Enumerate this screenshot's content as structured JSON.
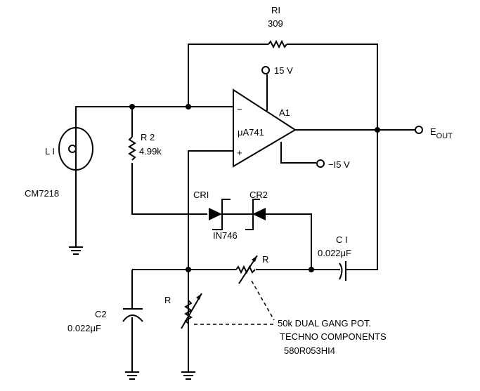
{
  "components": {
    "r1": {
      "ref": "RI",
      "value": "309"
    },
    "r2": {
      "ref": "R 2",
      "value": "4.99k"
    },
    "opamp": {
      "ref": "A1",
      "part": "μA741",
      "minus": "−",
      "plus": "+"
    },
    "vpos": "15 V",
    "vneg": "−I5 V",
    "output": {
      "label": "E",
      "subscript": "OUT"
    },
    "lamp": {
      "ref": "L I",
      "part": "CM7218"
    },
    "cr1": "CRI",
    "cr2": "CR2",
    "diode_part": "IN746",
    "c1": {
      "ref": "C I",
      "value": "0.022μF"
    },
    "c2": {
      "ref": "C2",
      "value": "0.022μF"
    },
    "pot_top": "R",
    "pot_left": "R",
    "pot_note": [
      "50k DUAL GANG POT.",
      "TECHNO COMPONENTS",
      "580R053HI4"
    ]
  },
  "colors": {
    "ink": "#000000",
    "background": "#ffffff"
  }
}
